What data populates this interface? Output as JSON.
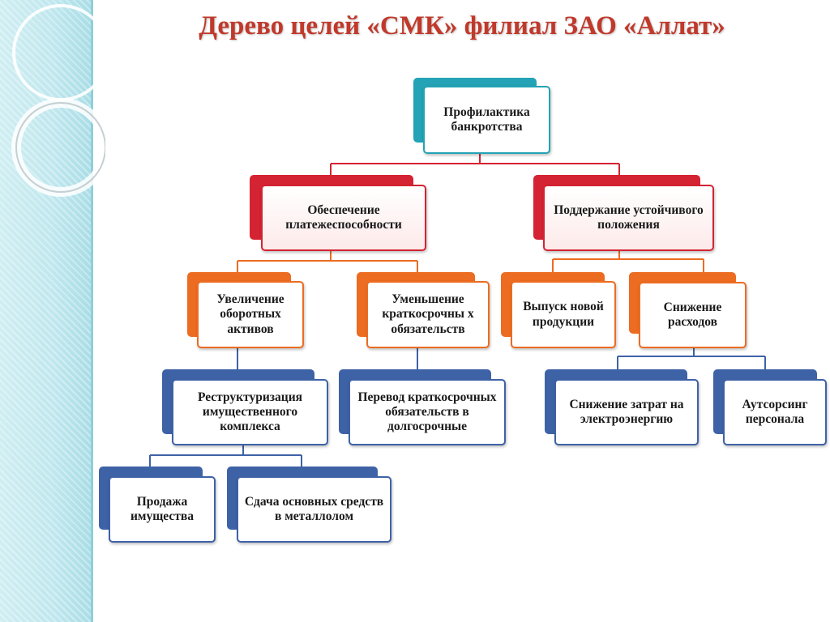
{
  "title": "Дерево целей «СМК» филиал ЗАО «Аллат»",
  "colors": {
    "teal": "#23a3b5",
    "red": "#d42332",
    "orange": "#ec6c22",
    "blue": "#3e62a6",
    "title": "#c0392b"
  },
  "nodes": {
    "root": "Профилактика банкротства",
    "solvency": "Обеспечение платежеспособности",
    "stability": "Поддержание устойчивого положения",
    "current_assets": "Увеличение оборотных активов",
    "short_liab": "Уменьшение краткосрочны х обязательств",
    "new_product": "Выпуск новой продукции",
    "cost_cut": "Снижение расходов",
    "restructuring": "Реструктуризация имущественного комплекса",
    "transfer": "Перевод краткосрочных обязательств в долгосрочные",
    "energy": "Снижение затрат на электроэнергию",
    "outsourcing": "Аутсорсинг персонала",
    "sale": "Продажа имущества",
    "scrap": "Сдача основных средств в металлолом"
  }
}
